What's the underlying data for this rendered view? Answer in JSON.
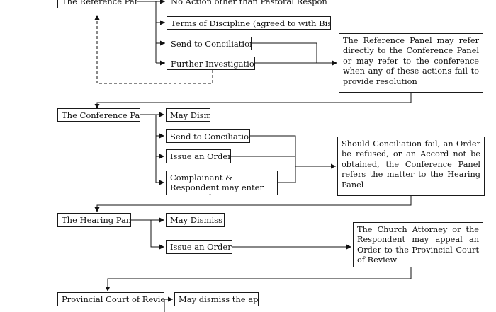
{
  "reference_panel": {
    "title": "The Reference Panel",
    "actions": [
      "No Action other than Pastoral Response",
      "Terms of Discipline (agreed to with Bishop)",
      "Send to Conciliation",
      "Further Investigation"
    ],
    "note": "The Reference Panel may refer directly to the Conference Panel or may refer to the conference when any of these actions fail to provide resolution"
  },
  "conference_panel": {
    "title": "The Conference Panel",
    "actions": [
      "May Dismiss",
      "Send to Conciliation",
      "Issue an Order",
      "Complainant & Respondent may enter an Accord"
    ],
    "note": "Should Conciliation fail, an Order be refused, or an Accord not be obtained, the Conference Panel refers the matter to the Hearing Panel"
  },
  "hearing_panel": {
    "title": "The Hearing Panel",
    "actions": [
      "May Dismiss",
      "Issue an Order"
    ],
    "note": "The Church Attorney or the Respondent may appeal an Order to the Provincial Court of Review"
  },
  "provincial_court": {
    "title": "Provincial Court of Review",
    "actions": [
      "May dismiss the appeal"
    ]
  }
}
